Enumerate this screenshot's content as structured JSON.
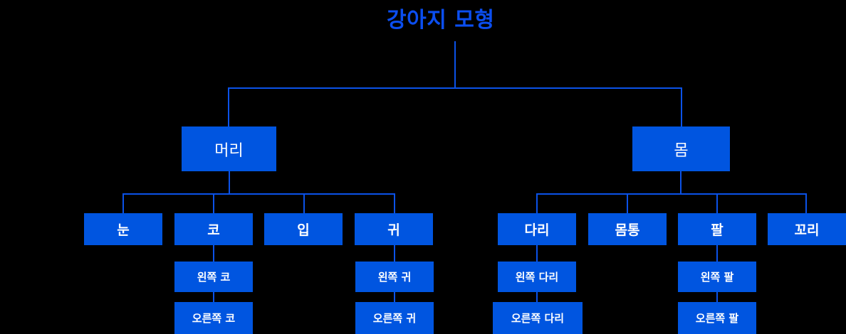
{
  "diagram": {
    "title": "강아지 모형",
    "title_color": "#0b4ef0",
    "node_fill": "#0055e0",
    "node_text_color": "#ffffff",
    "edge_color": "#0b52e8",
    "background": "#000000",
    "type": "tree",
    "levels": 4
  },
  "nodes": {
    "root": "강아지 모형",
    "head": "머리",
    "body": "몸",
    "eye": "눈",
    "nose": "코",
    "mouth": "입",
    "ear": "귀",
    "leg": "다리",
    "torso": "몸통",
    "arm": "팔",
    "tail": "꼬리",
    "left_nose": "왼쪽 코",
    "right_nose": "오른쪽 코",
    "left_ear": "왼쪽 귀",
    "right_ear": "오른쪽 귀",
    "left_leg": "왼쪽 다리",
    "right_leg": "오른쪽 다리",
    "left_arm": "왼쪽 팔",
    "right_arm": "오른쪽 팔"
  },
  "hierarchy": [
    {
      "label": "강아지 모형",
      "children": [
        {
          "label": "머리",
          "children": [
            {
              "label": "눈",
              "children": []
            },
            {
              "label": "코",
              "children": [
                {
                  "label": "왼쪽 코"
                },
                {
                  "label": "오른쪽 코"
                }
              ]
            },
            {
              "label": "입",
              "children": []
            },
            {
              "label": "귀",
              "children": [
                {
                  "label": "왼쪽 귀"
                },
                {
                  "label": "오른쪽 귀"
                }
              ]
            }
          ]
        },
        {
          "label": "몸",
          "children": [
            {
              "label": "다리",
              "children": [
                {
                  "label": "왼쪽 다리"
                },
                {
                  "label": "오른쪽 다리"
                }
              ]
            },
            {
              "label": "몸통",
              "children": []
            },
            {
              "label": "팔",
              "children": [
                {
                  "label": "왼쪽 팔"
                },
                {
                  "label": "오른쪽 팔"
                }
              ]
            },
            {
              "label": "꼬리",
              "children": []
            }
          ]
        }
      ]
    }
  ]
}
